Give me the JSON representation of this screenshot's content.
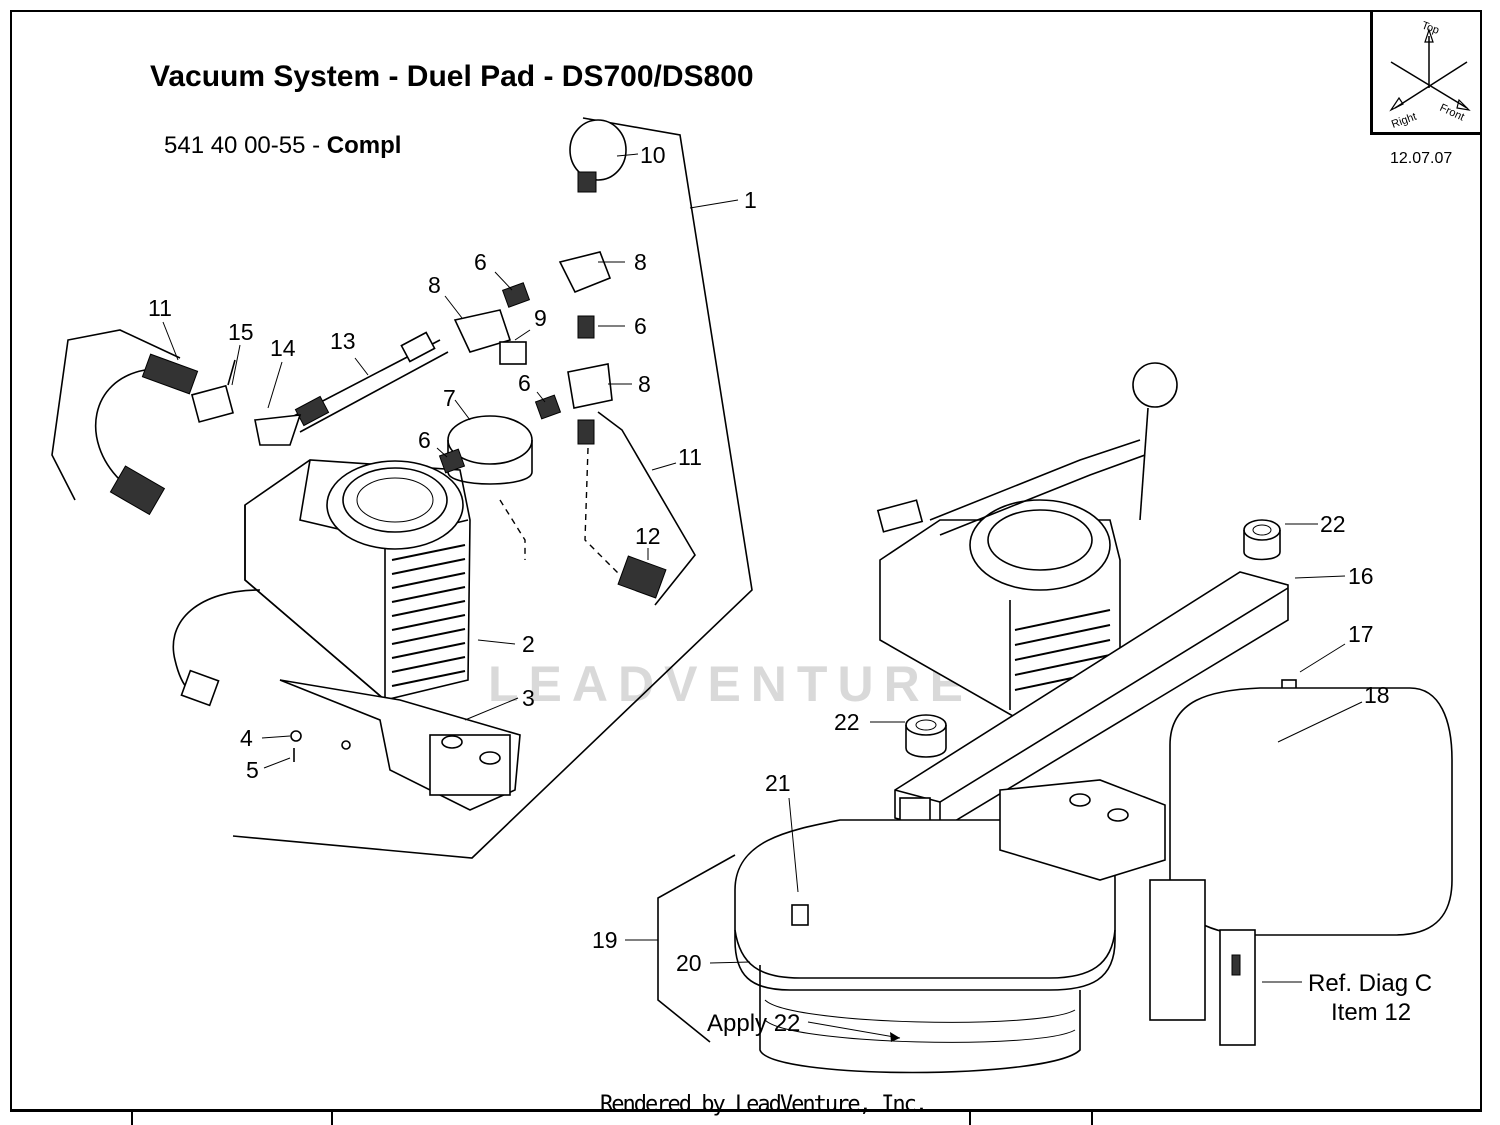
{
  "header": {
    "title": "Vacuum System - Duel Pad - DS700/DS800",
    "part_number": "541 40 00-55 - ",
    "part_variant": "Compl",
    "date": "12.07.07"
  },
  "orientation": {
    "top": "Top",
    "right": "Right",
    "front": "Front"
  },
  "watermark": "LEADVENTURE",
  "footer": {
    "rendered_by": "Rendered by LeadVenture, Inc."
  },
  "callouts": {
    "c1": "1",
    "c2": "2",
    "c3": "3",
    "c4": "4",
    "c5": "5",
    "c6a": "6",
    "c6b": "6",
    "c6c": "6",
    "c6d": "6",
    "c7": "7",
    "c8a": "8",
    "c8b": "8",
    "c8c": "8",
    "c9": "9",
    "c10": "10",
    "c11a": "11",
    "c11b": "11",
    "c12": "12",
    "c13": "13",
    "c14": "14",
    "c15": "15",
    "c16": "16",
    "c17": "17",
    "c18": "18",
    "c19": "19",
    "c20": "20",
    "c21": "21",
    "c22a": "22",
    "c22b": "22",
    "apply": "Apply 22",
    "ref_line1": "Ref. Diag C",
    "ref_line2": "Item 12"
  }
}
